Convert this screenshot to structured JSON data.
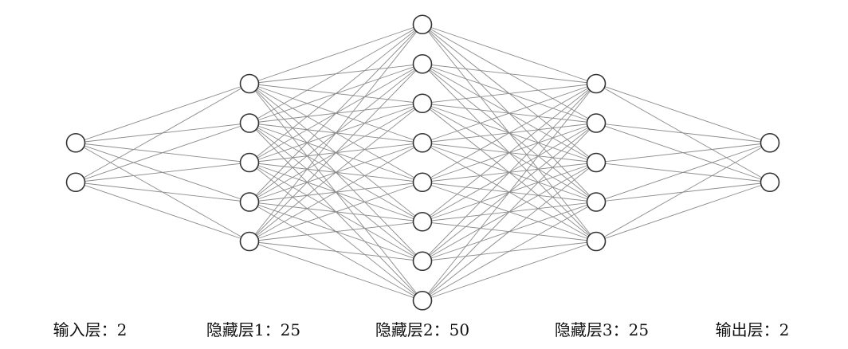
{
  "layers": [
    {
      "label": "输入层：2",
      "drawn_nodes": 2
    },
    {
      "label": "隐藏层1：25",
      "drawn_nodes": 5
    },
    {
      "label": "隐藏层2：50",
      "drawn_nodes": 8
    },
    {
      "label": "隐藏层3：25",
      "drawn_nodes": 5
    },
    {
      "label": "输出层：2",
      "drawn_nodes": 2
    }
  ],
  "colors": {
    "edge": "#8c8c8c",
    "node_stroke": "#333333",
    "node_fill": "#ffffff",
    "text": "#111111"
  }
}
